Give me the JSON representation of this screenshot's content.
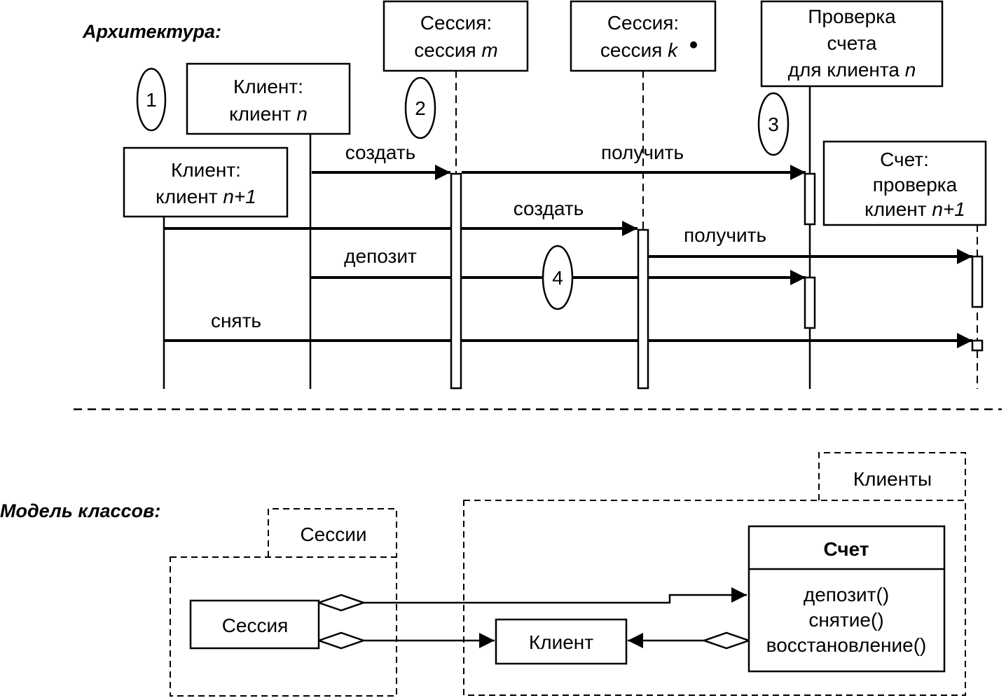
{
  "architecture": {
    "heading": "Архитектура:",
    "objects": {
      "client_n1": {
        "line1": "Клиент:",
        "line2_text": "клиент ",
        "line2_var": "n+1"
      },
      "client_n": {
        "line1": "Клиент:",
        "line2_text": "клиент ",
        "line2_var": "n"
      },
      "session_m": {
        "line1": "Сессия:",
        "line2_text": "сессия ",
        "line2_var": "m"
      },
      "session_k": {
        "line1": "Сессия:",
        "line2_text": "сессия ",
        "line2_var": "k"
      },
      "check_n": {
        "line1": "Проверка",
        "line2": "счета",
        "line3_text": "для клиента ",
        "line3_var": "n"
      },
      "account": {
        "line1": "Счет:",
        "line2": "проверка",
        "line3_text": "клиент ",
        "line3_var": "n+1"
      }
    },
    "markers": [
      "1",
      "2",
      "3",
      "4"
    ],
    "messages": {
      "create_1": "создать",
      "get_1": "получить",
      "create_2": "создать",
      "get_2": "получить",
      "deposit": "депозит",
      "withdraw": "снять"
    }
  },
  "class_model": {
    "heading": "Модель классов:",
    "packages": {
      "sessions": "Сессии",
      "clients": "Клиенты"
    },
    "classes": {
      "session": "Сессия",
      "client": "Клиент",
      "account": {
        "name": "Счет",
        "operations": [
          "депозит()",
          "снятие()",
          "восстановление()"
        ]
      }
    }
  }
}
